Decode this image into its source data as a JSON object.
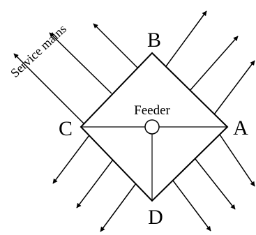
{
  "diagram": {
    "vertex_labels": {
      "a": "A",
      "b": "B",
      "c": "C",
      "d": "D"
    },
    "center_label": "Feeder",
    "mains_label": "Service mains",
    "line_color": "#000000",
    "background_color": "#ffffff"
  }
}
